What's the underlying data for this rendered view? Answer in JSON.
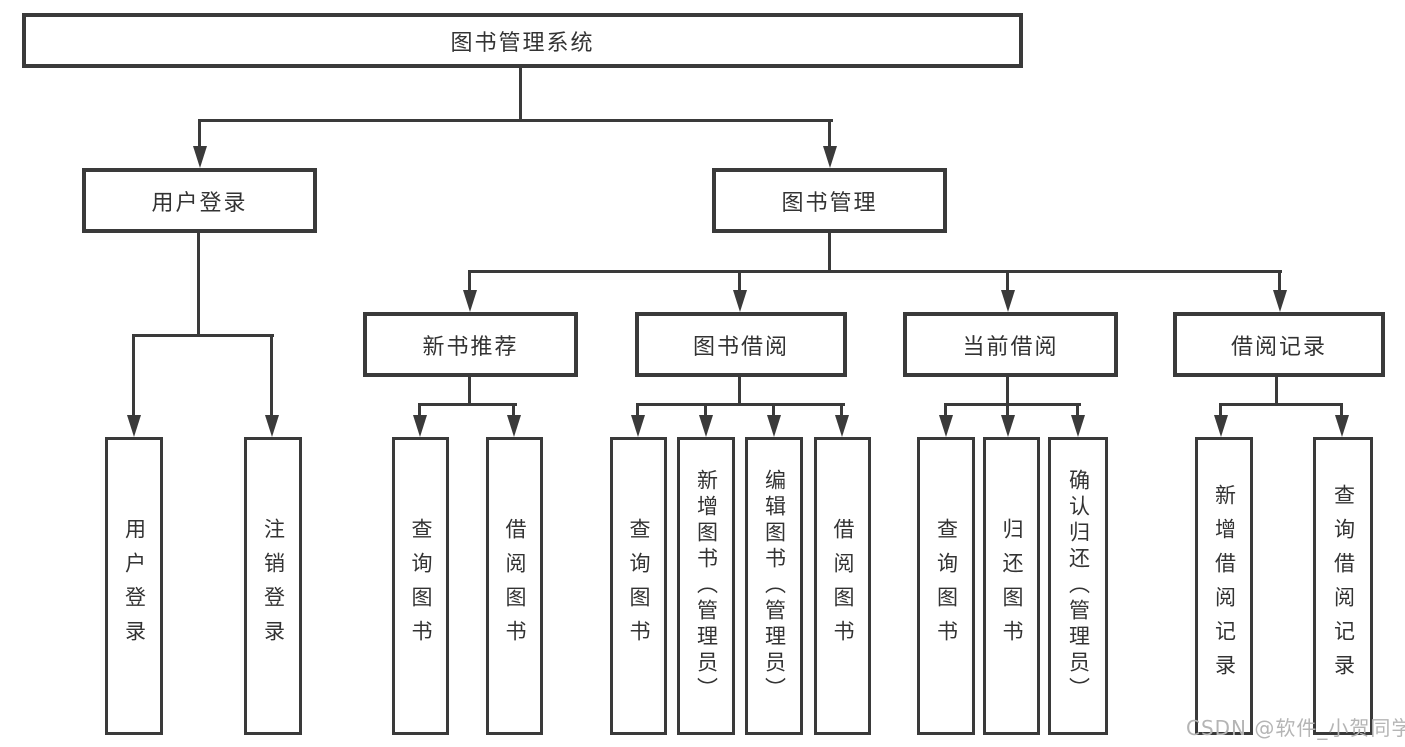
{
  "diagram": {
    "title_node": {
      "label": "图书管理系统"
    },
    "level2": {
      "user_login": {
        "label": "用户登录"
      },
      "book_mgmt": {
        "label": "图书管理"
      }
    },
    "level3": {
      "new_book": {
        "label": "新书推荐"
      },
      "book_borrow": {
        "label": "图书借阅"
      },
      "current_borrow": {
        "label": "当前借阅"
      },
      "borrow_record": {
        "label": "借阅记录"
      }
    },
    "leaves": {
      "login_user": {
        "label": "用户登录"
      },
      "login_logout": {
        "label": "注销登录"
      },
      "new_query": {
        "label": "查询图书"
      },
      "new_borrow": {
        "label": "借阅图书"
      },
      "borrow_query": {
        "label": "查询图书"
      },
      "borrow_add": {
        "label": "新增图书（管理员）"
      },
      "borrow_edit": {
        "label": "编辑图书（管理员）"
      },
      "borrow_borrow": {
        "label": "借阅图书"
      },
      "current_query": {
        "label": "查询图书"
      },
      "current_return": {
        "label": "归还图书"
      },
      "current_confirm": {
        "label": "确认归还（管理员）"
      },
      "record_add": {
        "label": "新增借阅记录"
      },
      "record_query": {
        "label": "查询借阅记录"
      }
    }
  },
  "watermark": {
    "text": "CSDN @软件_小贺同学"
  },
  "colors": {
    "line": "#3a3a3a",
    "text": "#333333",
    "watermark": "#b5b5b5",
    "background": "#ffffff"
  }
}
